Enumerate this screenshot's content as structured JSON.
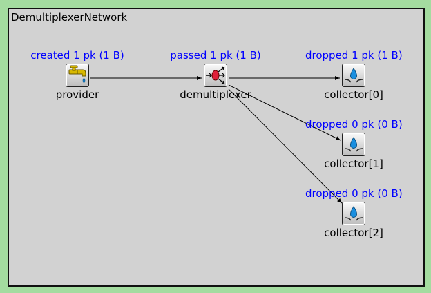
{
  "network": {
    "title": "DemultiplexerNetwork"
  },
  "nodes": {
    "provider": {
      "label": "provider",
      "stat": "created 1 pk (1 B)",
      "icon": "faucet-icon"
    },
    "demultiplexer": {
      "label": "demultiplexer",
      "stat": "passed 1 pk (1 B)",
      "icon": "demultiplexer-icon"
    },
    "collector0": {
      "label": "collector[0]",
      "stat": "dropped 1 pk (1 B)",
      "icon": "drain-icon"
    },
    "collector1": {
      "label": "collector[1]",
      "stat": "dropped 0 pk (0 B)",
      "icon": "drain-icon"
    },
    "collector2": {
      "label": "collector[2]",
      "stat": "dropped 0 pk (0 B)",
      "icon": "drain-icon"
    }
  },
  "colors": {
    "stat_text": "#0000ff",
    "canvas": "#d2d2d2",
    "frame": "#a4dca0"
  }
}
